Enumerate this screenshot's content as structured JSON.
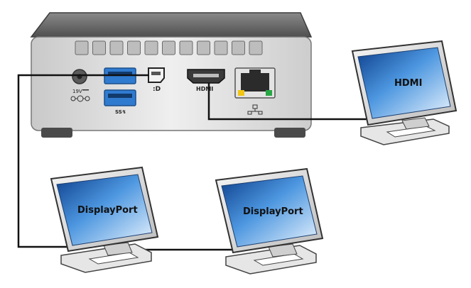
{
  "diagram": {
    "monitors": [
      {
        "id": "hdmi-monitor",
        "label": "HDMI"
      },
      {
        "id": "dp-monitor-1",
        "label": "DisplayPort"
      },
      {
        "id": "dp-monitor-2",
        "label": "DisplayPort"
      }
    ],
    "ports": {
      "power_label": "19V",
      "hdmi_label": "HDMI",
      "usb3_label": "SS↯",
      "minidp_label": ":D"
    },
    "colors": {
      "cable": "#111111",
      "chassis_top": "#6f6f6f",
      "chassis_front": "#dedede",
      "usb_blue": "#2f7bd0",
      "screen_blue": "#3a86d6"
    }
  }
}
